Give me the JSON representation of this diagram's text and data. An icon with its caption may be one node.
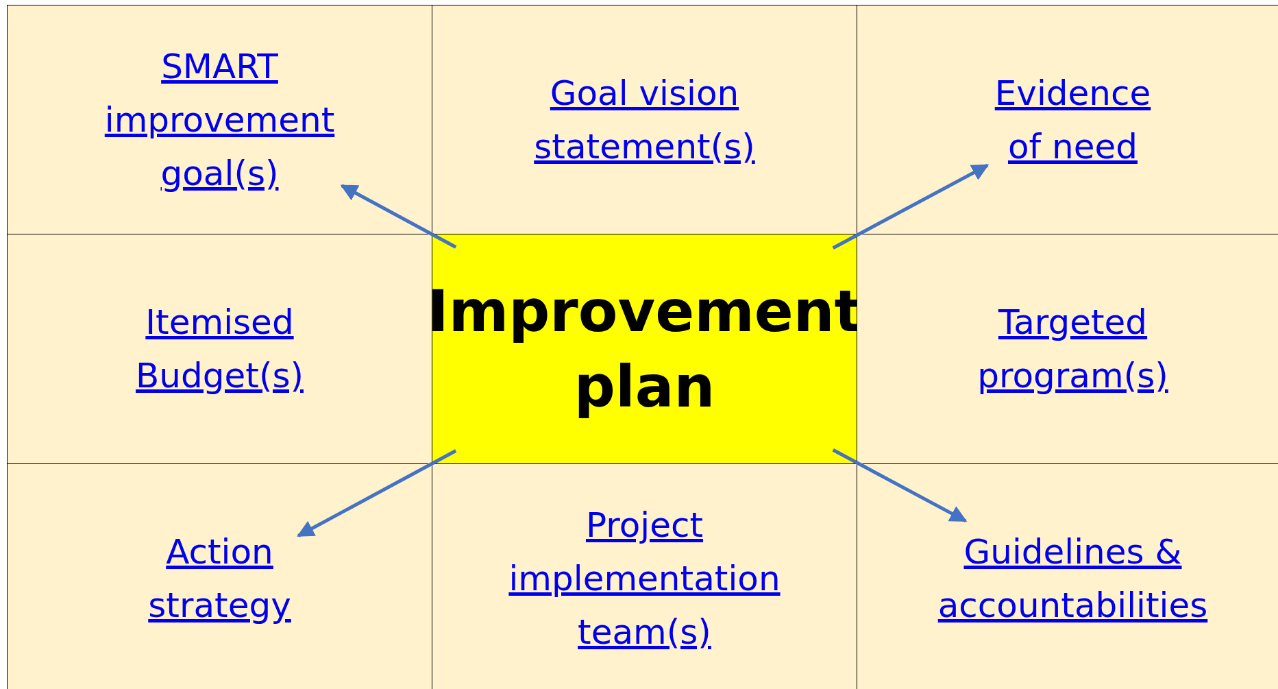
{
  "diagram": {
    "nodes": [
      {
        "text": [
          "SMART improvement goal(s)"
        ]
      },
      {
        "text": [
          "Goal vision statement(s)"
        ]
      },
      {
        "text": [
          "Evidence of need"
        ]
      },
      {
        "text": [
          "Itemised Budget(s)"
        ]
      },
      {
        "text": [
          "Improvement plan"
        ]
      },
      {
        "text": [
          "Targeted program(s)"
        ]
      },
      {
        "text": [
          "Action strategy"
        ]
      },
      {
        "text": [
          "Project implementation team(s)"
        ]
      },
      {
        "text": [
          "Guidelines & accountabilities"
        ]
      }
    ],
    "edges": [
      {
        "from": 4,
        "to": 0,
        "arrow": "to"
      },
      {
        "from": 4,
        "to": 2,
        "arrow": "to"
      },
      {
        "from": 4,
        "to": 6,
        "arrow": "to"
      },
      {
        "from": 4,
        "to": 8,
        "arrow": "to"
      }
    ]
  }
}
